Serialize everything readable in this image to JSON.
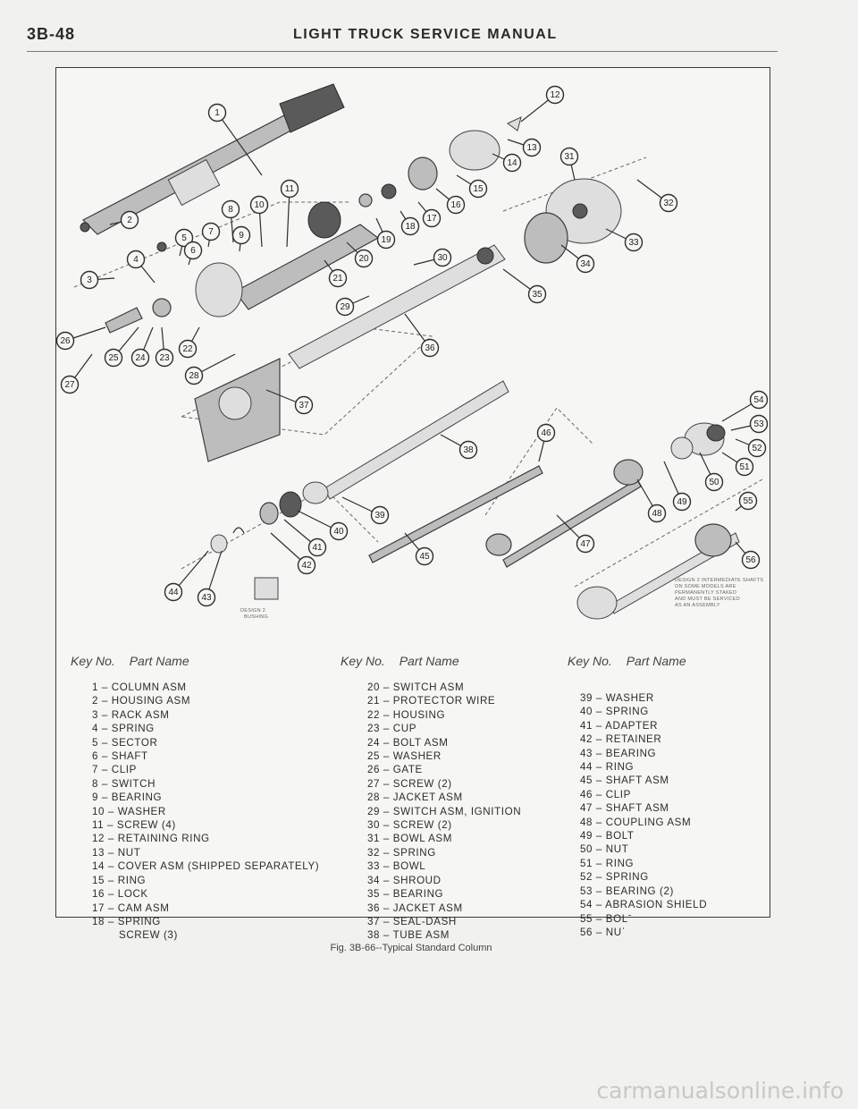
{
  "header": {
    "page_number": "3B-48",
    "title": "LIGHT TRUCK SERVICE MANUAL"
  },
  "figure": {
    "caption": "Fig. 3B-66--Typical Standard Column",
    "notes": {
      "bushing": [
        "DESIGN 2",
        "BUSHING"
      ],
      "design": [
        "DESIGN 2 INTERMEDIATE SHAFTS",
        "ON SOME MODELS ARE",
        "PERMANENTLY STAKED",
        "AND MUST BE SERVICED",
        "AS AN ASSEMBLY"
      ]
    }
  },
  "key_header": {
    "key_no": "Key No.",
    "part_name": "Part Name"
  },
  "parts_columns": [
    [
      "1 – COLUMN ASM",
      "2 – HOUSING ASM",
      "3 – RACK ASM",
      "4 – SPRING",
      "5 – SECTOR",
      "6 – SHAFT",
      "7 – CLIP",
      "8 – SWITCH",
      "9 – BEARING",
      "10 – WASHER",
      "11 – SCREW (4)",
      "12 – RETAINING RING",
      "13 – NUT",
      "14 – COVER ASM (SHIPPED SEPARATELY)",
      "15 – RING",
      "16 – LOCK",
      "17 – CAM ASM",
      "18 – SPRING",
      "SCREW (3)"
    ],
    [
      "20 – SWITCH ASM",
      "21 – PROTECTOR WIRE",
      "22 – HOUSING",
      "23 – CUP",
      "24 – BOLT ASM",
      "25 – WASHER",
      "26 – GATE",
      "27 – SCREW (2)",
      "28 – JACKET ASM",
      "29 – SWITCH ASM, IGNITION",
      "30 – SCREW (2)",
      "31 – BOWL ASM",
      "32 – SPRING",
      "33 – BOWL",
      "34 – SHROUD",
      "35 – BEARING",
      "36 – JACKET ASM",
      "37 – SEAL-DASH",
      "38 – TUBE ASM"
    ],
    [
      "39 – WASHER",
      "40 – SPRING",
      "41 – ADAPTER",
      "42 – RETAINER",
      "43 – BEARING",
      "44 – RING",
      "45 – SHAFT ASM",
      "46 – CLIP",
      "47 – SHAFT ASM",
      "48 – COUPLING ASM",
      "49 – BOLT",
      "50 – NUT",
      "51 – RING",
      "52 – SPRING",
      "53 – BEARING (2)",
      "54 – ABRASION SHIELD",
      "55 – BOLˉ",
      "56 – NUˈ"
    ]
  ],
  "callouts": [
    "1",
    "2",
    "3",
    "4",
    "5",
    "6",
    "7",
    "8",
    "9",
    "10",
    "11",
    "12",
    "13",
    "14",
    "15",
    "16",
    "17",
    "18",
    "19",
    "20",
    "21",
    "22",
    "23",
    "24",
    "25",
    "26",
    "27",
    "28",
    "29",
    "30",
    "31",
    "32",
    "33",
    "34",
    "35",
    "36",
    "37",
    "38",
    "39",
    "40",
    "41",
    "42",
    "43",
    "44",
    "45",
    "46",
    "47",
    "48",
    "49",
    "50",
    "51",
    "52",
    "53",
    "54",
    "55",
    "56"
  ],
  "watermark": "carmanualsonline.info"
}
